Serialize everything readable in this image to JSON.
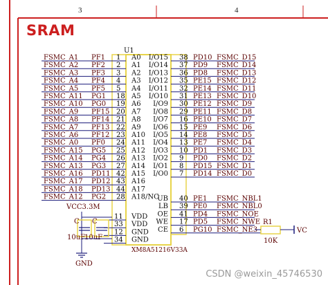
{
  "sheet": {
    "title": "SRAM",
    "column_numbers": [
      "3",
      "4"
    ]
  },
  "chip": {
    "ref": "U1",
    "part": "XM8A51216V33A",
    "left_pins": [
      {
        "net": "FSMC_A1",
        "port": "PF1",
        "num": "1",
        "name": "A0"
      },
      {
        "net": "FSMC_A2",
        "port": "PF2",
        "num": "2",
        "name": "A1"
      },
      {
        "net": "FSMC_A3",
        "port": "PF3",
        "num": "3",
        "name": "A2"
      },
      {
        "net": "FSMC_A4",
        "port": "PF4",
        "num": "4",
        "name": "A3"
      },
      {
        "net": "FSMC_A5",
        "port": "PF5",
        "num": "5",
        "name": "A4"
      },
      {
        "net": "FSMC_A11",
        "port": "PG1",
        "num": "18",
        "name": "A5"
      },
      {
        "net": "FSMC_A10",
        "port": "PG0",
        "num": "19",
        "name": "A6"
      },
      {
        "net": "FSMC_A9",
        "port": "PF15",
        "num": "20",
        "name": "A7"
      },
      {
        "net": "FSMC_A8",
        "port": "PF14",
        "num": "21",
        "name": "A8"
      },
      {
        "net": "FSMC_A7",
        "port": "PF13",
        "num": "22",
        "name": "A9"
      },
      {
        "net": "FSMC_A6",
        "port": "PF12",
        "num": "23",
        "name": "A10"
      },
      {
        "net": "FSMC_A0",
        "port": "PF0",
        "num": "24",
        "name": "A11"
      },
      {
        "net": "FSMC_A15",
        "port": "PG5",
        "num": "25",
        "name": "A12"
      },
      {
        "net": "FSMC_A14",
        "port": "PG4",
        "num": "26",
        "name": "A13"
      },
      {
        "net": "FSMC_A13",
        "port": "PG3",
        "num": "27",
        "name": "A14"
      },
      {
        "net": "FSMC_A16",
        "port": "PD11",
        "num": "42",
        "name": "A15"
      },
      {
        "net": "FSMC_A17",
        "port": "PD12",
        "num": "43",
        "name": "A16"
      },
      {
        "net": "FSMC_A18",
        "port": "PD13",
        "num": "44",
        "name": "A17"
      },
      {
        "net": "FSMC_A12",
        "port": "PG2",
        "num": "28",
        "name": "A18/NC"
      }
    ],
    "right_pins": [
      {
        "name": "I/O15",
        "num": "38",
        "port": "PD10",
        "net": "FSMC_D15"
      },
      {
        "name": "I/O14",
        "num": "37",
        "port": "PD9",
        "net": "FSMC_D14"
      },
      {
        "name": "I/O13",
        "num": "36",
        "port": "PD8",
        "net": "FSMC_D13"
      },
      {
        "name": "I/O12",
        "num": "35",
        "port": "PE15",
        "net": "FSMC_D12"
      },
      {
        "name": "I/O11",
        "num": "32",
        "port": "PE14",
        "net": "FSMC_D11"
      },
      {
        "name": "I/O10",
        "num": "31",
        "port": "PE13",
        "net": "FSMC_D10"
      },
      {
        "name": "I/O9",
        "num": "30",
        "port": "PE12",
        "net": "FSMC_D9"
      },
      {
        "name": "I/O8",
        "num": "29",
        "port": "PE11",
        "net": "FSMC_D8"
      },
      {
        "name": "I/O7",
        "num": "16",
        "port": "PE10",
        "net": "FSMC_D7"
      },
      {
        "name": "I/O6",
        "num": "15",
        "port": "PE9",
        "net": "FSMC_D6"
      },
      {
        "name": "I/O5",
        "num": "14",
        "port": "PE8",
        "net": "FSMC_D5"
      },
      {
        "name": "I/O4",
        "num": "13",
        "port": "PE7",
        "net": "FSMC_D4"
      },
      {
        "name": "I/O3",
        "num": "10",
        "port": "PD1",
        "net": "FSMC_D3"
      },
      {
        "name": "I/O2",
        "num": "9",
        "port": "PD0",
        "net": "FSMC_D2"
      },
      {
        "name": "I/O1",
        "num": "8",
        "port": "PD15",
        "net": "FSMC_D1"
      },
      {
        "name": "I/O0",
        "num": "7",
        "port": "PD14",
        "net": "FSMC_D0"
      }
    ],
    "ctrl_pins": [
      {
        "name": "UB",
        "num": "40",
        "port": "PE1",
        "net": "FSMC_NBL1"
      },
      {
        "name": "LB",
        "num": "39",
        "port": "PE0",
        "net": "FSMC_NBL0"
      },
      {
        "name": "OE",
        "num": "41",
        "port": "PD4",
        "net": "FSMC_NOE"
      },
      {
        "name": "WE",
        "num": "17",
        "port": "PD5",
        "net": "FSMC_NWE"
      },
      {
        "name": "CE",
        "num": "6",
        "port": "PG10",
        "net": "FSMC_NE3"
      }
    ],
    "power_pins": [
      {
        "name": "VDD",
        "num": "11"
      },
      {
        "name": "VDD",
        "num": "33"
      },
      {
        "name": "GND",
        "num": "12"
      },
      {
        "name": "GND",
        "num": "34"
      }
    ]
  },
  "supply": {
    "rail": "VCC3.3M",
    "ground": "GND",
    "cap_left_ref": "C",
    "cap_right_ref": "C",
    "cap_left_value": "10uF",
    "cap_right_value": "10uF"
  },
  "resistor": {
    "ref": "R1",
    "value": "10K",
    "target": "VC"
  },
  "watermark": "CSDN @weixin_45746530",
  "colors": {
    "title": "#cc1f1f",
    "border": "#cc1f1f",
    "wire": "#1a1a7a",
    "chip_outline": "#e8d44a",
    "net_label": "#5a0000"
  }
}
